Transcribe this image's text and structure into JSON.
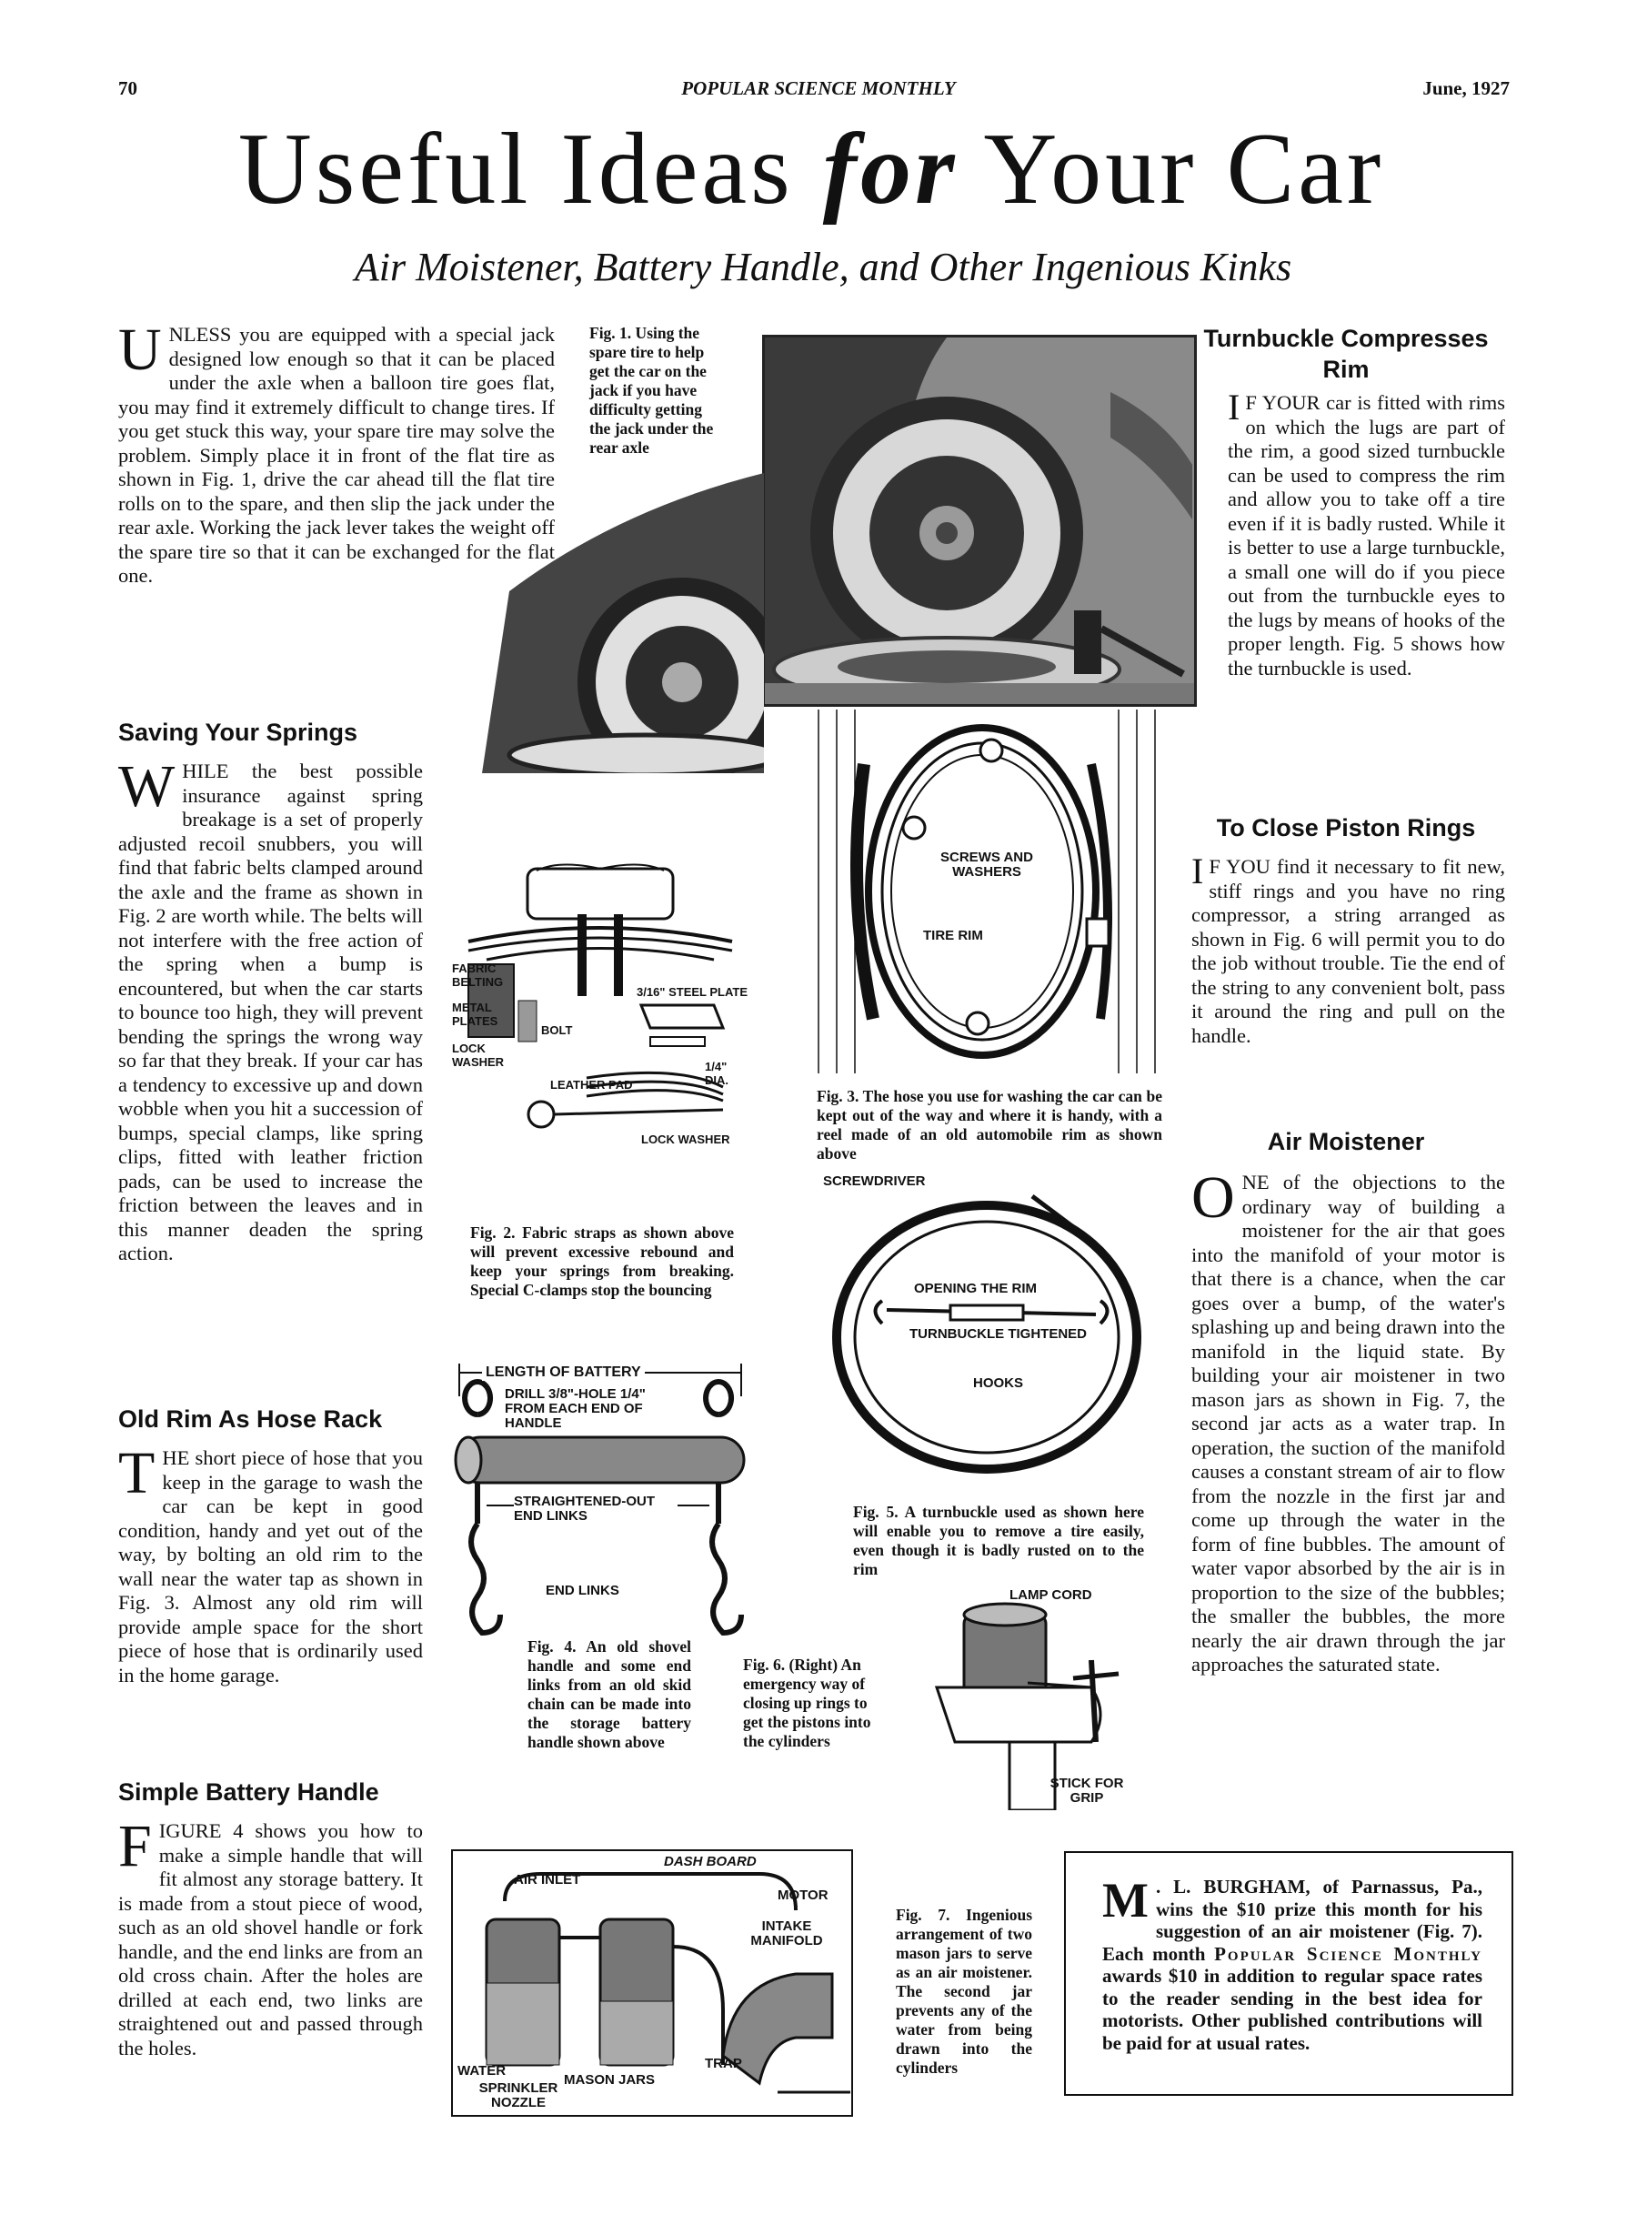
{
  "header": {
    "page_number": "70",
    "magazine": "POPULAR SCIENCE MONTHLY",
    "date": "June, 1927"
  },
  "title": {
    "w1": "Useful",
    "w2": "Ideas",
    "w3": "for",
    "w4": "Your",
    "w5": "Car"
  },
  "subtitle": "Air Moistener, Battery Handle, and Other Ingenious Kinks",
  "intro": {
    "dropcap": "U",
    "text": "NLESS you are equipped with a special jack designed low enough so that it can be placed under the axle when a balloon tire goes flat, you may find it extremely difficult to change tires. If you get stuck this way, your spare tire may solve the problem. Simply place it in front of the flat tire as shown in Fig. 1, drive the car ahead till the flat tire rolls on to the spare, and then slip the jack under the rear axle. Working the jack lever takes the weight off the spare tire so that it can be exchanged for the flat one."
  },
  "fig1_caption": "Fig. 1. Using the spare tire to help get the car on the jack if you have difficulty getting the jack under the rear axle",
  "saving_springs": {
    "heading": "Saving Your Springs",
    "dropcap": "W",
    "text": "HILE the best possible insurance against spring breakage is a set of properly adjusted recoil snubbers, you will find that fabric belts clamped around the axle and the frame as shown in Fig. 2 are worth while. The belts will not interfere with the free action of the spring when a bump is encountered, but when the car starts to bounce too high, they will prevent bending the springs the wrong way so far that they break. If your car has a tendency to excessive up and down wobble when you hit a succession of bumps, special clamps, like spring clips, fitted with leather friction pads, can be used to increase the friction between the leaves and in this manner deaden the spring action."
  },
  "old_rim": {
    "heading": "Old Rim As Hose Rack",
    "dropcap": "T",
    "text": "HE short piece of hose that you keep in the garage to wash the car can be kept in good condition, handy and yet out of the way, by bolting an old rim to the wall near the water tap as shown in Fig. 3. Almost any old rim will provide ample space for the short piece of hose that is ordinarily used in the home garage."
  },
  "battery_handle": {
    "heading": "Simple Battery Handle",
    "dropcap": "F",
    "text": "IGURE 4 shows you how to make a simple handle that will fit almost any storage battery. It is made from a stout piece of wood, such as an old shovel handle or fork handle, and the end links are from an old cross chain. After the holes are drilled at each end, two links are straightened out and passed through the holes."
  },
  "fig2": {
    "caption": "Fig. 2. Fabric straps as shown above will prevent excessive rebound and keep your springs from breaking. Special C-clamps stop the bouncing",
    "labels": {
      "fabric": "FABRIC BELTING",
      "metal": "METAL PLATES",
      "lock": "LOCK WASHER",
      "plate": "3/16\" STEEL PLATE",
      "bolt": "BOLT",
      "dia": "1/4\" DIA.",
      "pad": "LEATHER PAD",
      "lockw": "LOCK WASHER"
    }
  },
  "fig3": {
    "caption": "Fig. 3. The hose you use for washing the car can be kept out of the way and where it is handy, with a reel made of an old automobile rim as shown above",
    "labels": {
      "screws": "SCREWS AND WASHERS",
      "rim": "TIRE RIM"
    }
  },
  "fig4": {
    "caption": "Fig. 4. An old shovel handle and some end links from an old skid chain can be made into the storage battery handle shown above",
    "labels": {
      "length": "LENGTH OF BATTERY",
      "drill": "DRILL 3/8\"-HOLE 1/4\" FROM EACH END OF HANDLE",
      "straight": "STRAIGHTENED-OUT END LINKS",
      "end": "END LINKS"
    }
  },
  "fig5": {
    "caption": "Fig. 5. A turnbuckle used as shown here will enable you to remove a tire easily, even though it is badly rusted on to the rim",
    "labels": {
      "screwdriver": "SCREWDRIVER",
      "opening": "OPENING THE RIM",
      "turnbuckle": "TURNBUCKLE TIGHTENED",
      "hooks": "HOOKS"
    }
  },
  "fig6": {
    "caption": "Fig. 6. (Right) An emergency way of closing up rings to get the pistons into the cylinders",
    "labels": {
      "lamp": "LAMP CORD",
      "stick": "STICK FOR GRIP"
    }
  },
  "fig7": {
    "caption": "Fig. 7. Ingenious arrangement of two mason jars to serve as an air moistener. The second jar prevents any of the water from being drawn into the cylinders",
    "labels": {
      "dash": "DASH BOARD",
      "inlet": "AIR INLET",
      "motor": "MOTOR",
      "intake": "INTAKE MANIFOLD",
      "trap": "TRAP",
      "water": "WATER",
      "jars": "MASON JARS",
      "sprinkler": "SPRINKLER NOZZLE"
    }
  },
  "turnbuckle": {
    "heading": "Turnbuckle Compresses Rim",
    "dropcap": "I",
    "text": "F YOUR car is fitted with rims on which the lugs are part of the rim, a good sized turnbuckle can be used to compress the rim and allow you to take off a tire even if it is badly rusted. While it is better to use a large turnbuckle, a small one will do if you piece out from the turnbuckle eyes to the lugs by means of hooks of the proper length. Fig. 5 shows how the turnbuckle is used."
  },
  "piston": {
    "heading": "To Close Piston Rings",
    "dropcap": "I",
    "text": "F YOU find it necessary to fit new, stiff rings and you have no ring compressor, a string arranged as shown in Fig. 6 will permit you to do the job without trouble. Tie the end of the string to any convenient bolt, pass it around the ring and pull on the handle."
  },
  "air": {
    "heading": "Air Moistener",
    "dropcap": "O",
    "text": "NE of the objections to the ordinary way of building a moistener for the air that goes into the manifold of your motor is that there is a chance, when the car goes over a bump, of the water's splashing up and being drawn into the manifold in the liquid state. By building your air moistener in two mason jars as shown in Fig. 7, the second jar acts as a water trap. In operation, the suction of the manifold causes a constant stream of air to flow from the nozzle in the first jar and come up through the water in the form of fine bubbles. The amount of water vapor absorbed by the air is in proportion to the size of the bubbles; the smaller the bubbles, the more nearly the air drawn through the jar approaches the saturated state."
  },
  "prize": {
    "dropcap": "M",
    "text1": ". L. BURGHAM, of Parnassus, Pa., wins the $10 prize this month for his suggestion of an air moistener (Fig. 7). Each month",
    "magazine": "Popular Science Monthly",
    "text2": "awards $10 in addition to regular space rates to the reader sending in the best idea for motorists. Other published contributions will be paid for at usual rates."
  }
}
